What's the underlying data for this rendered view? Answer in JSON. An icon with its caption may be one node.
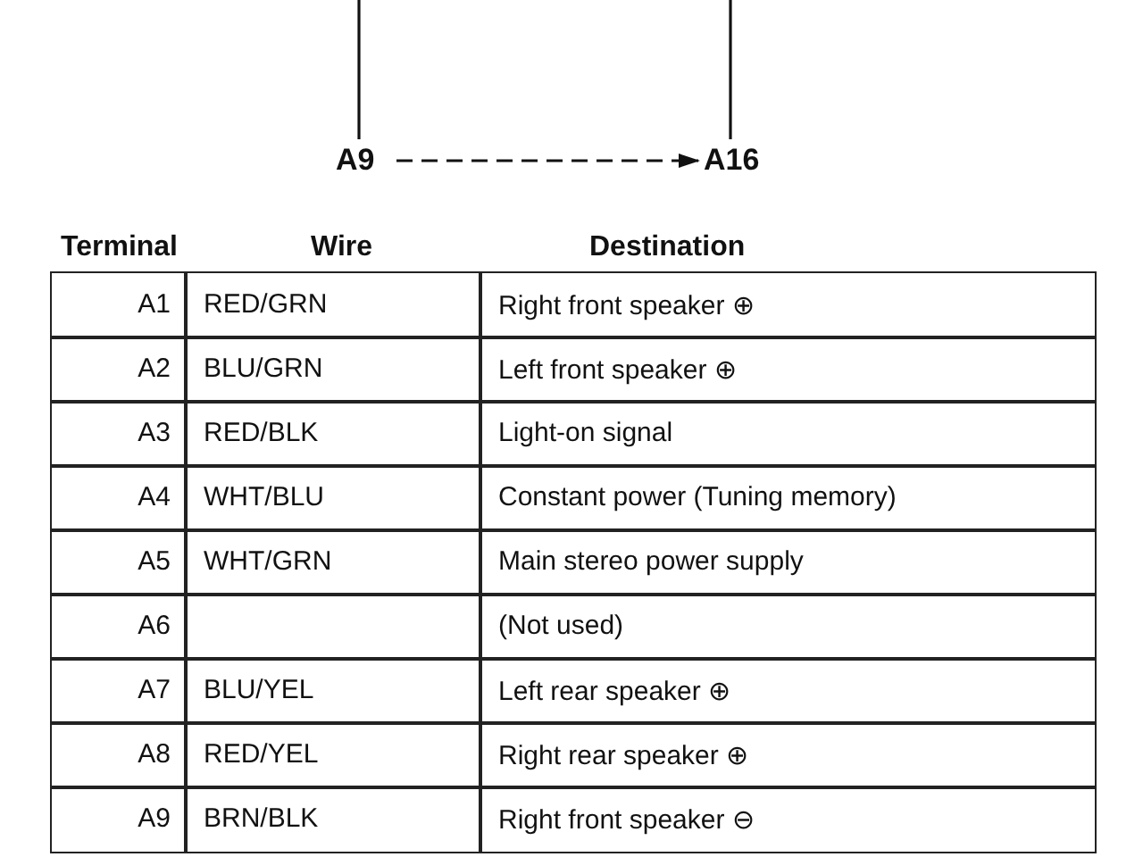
{
  "diagram": {
    "nodes": [
      {
        "text": [
          "A9"
        ]
      },
      {
        "text": [
          "A16"
        ]
      }
    ],
    "edges": [
      {
        "from": 0,
        "to": 1,
        "arrow": "to",
        "style": "dashed"
      },
      {
        "from": 0,
        "to": null,
        "arrow": "none"
      },
      {
        "from": 1,
        "to": null,
        "arrow": "none"
      }
    ],
    "labels": [
      "Terminal",
      "Wire",
      "Destination",
      "A1",
      "RED/GRN",
      "Right front speaker ⊕",
      "A2",
      "BLU/GRN",
      "Left front speaker ⊕",
      "A3",
      "RED/BLK",
      "Light-on signal",
      "A4",
      "WHT/BLU",
      "Constant power (Tuning memory)",
      "A5",
      "WHT/GRN",
      "Main stereo power supply",
      "A6",
      "(Not used)",
      "A7",
      "BLU/YEL",
      "Left rear speaker ⊕",
      "A8",
      "RED/YEL",
      "Right rear speaker ⊕",
      "A9",
      "BRN/BLK",
      "Right front speaker ⊖"
    ]
  }
}
